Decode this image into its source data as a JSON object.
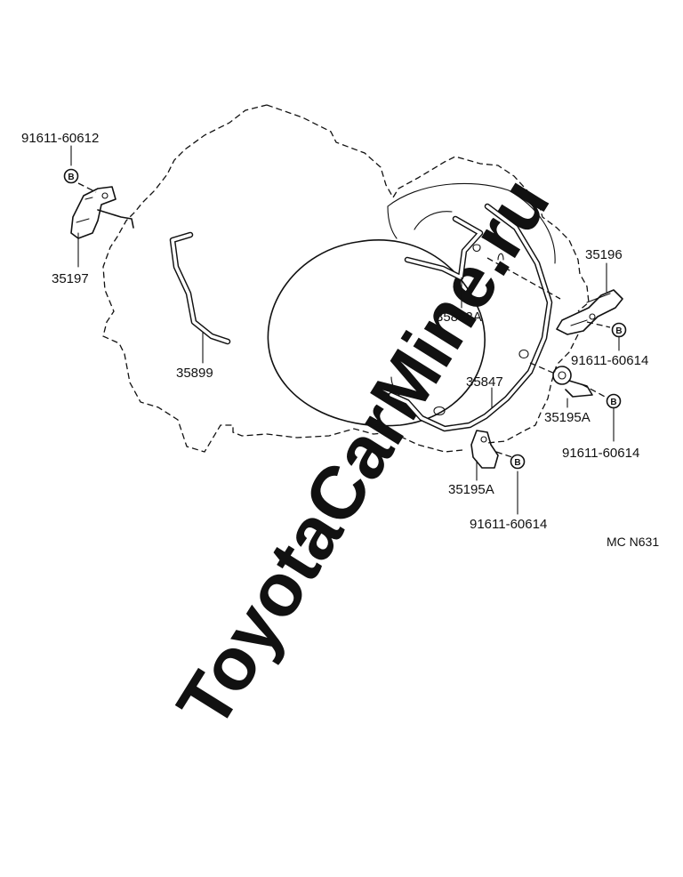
{
  "diagram": {
    "watermark": "ToyotaCarMine.ru",
    "drawing_code": "MC N631",
    "bolt_symbol": "B",
    "labels": {
      "bolt_top_left": "91611-60612",
      "bracket_left": "35197",
      "tube_left": "35899",
      "bracket_right": "35196",
      "tube_center": "35882A",
      "bolt_right_upper": "91611-60614",
      "tube_main": "35847",
      "clamp_right": "35195A",
      "bolt_right_lower": "91611-60614",
      "clamp_lower": "35195A",
      "bolt_bottom": "91611-60614"
    }
  }
}
